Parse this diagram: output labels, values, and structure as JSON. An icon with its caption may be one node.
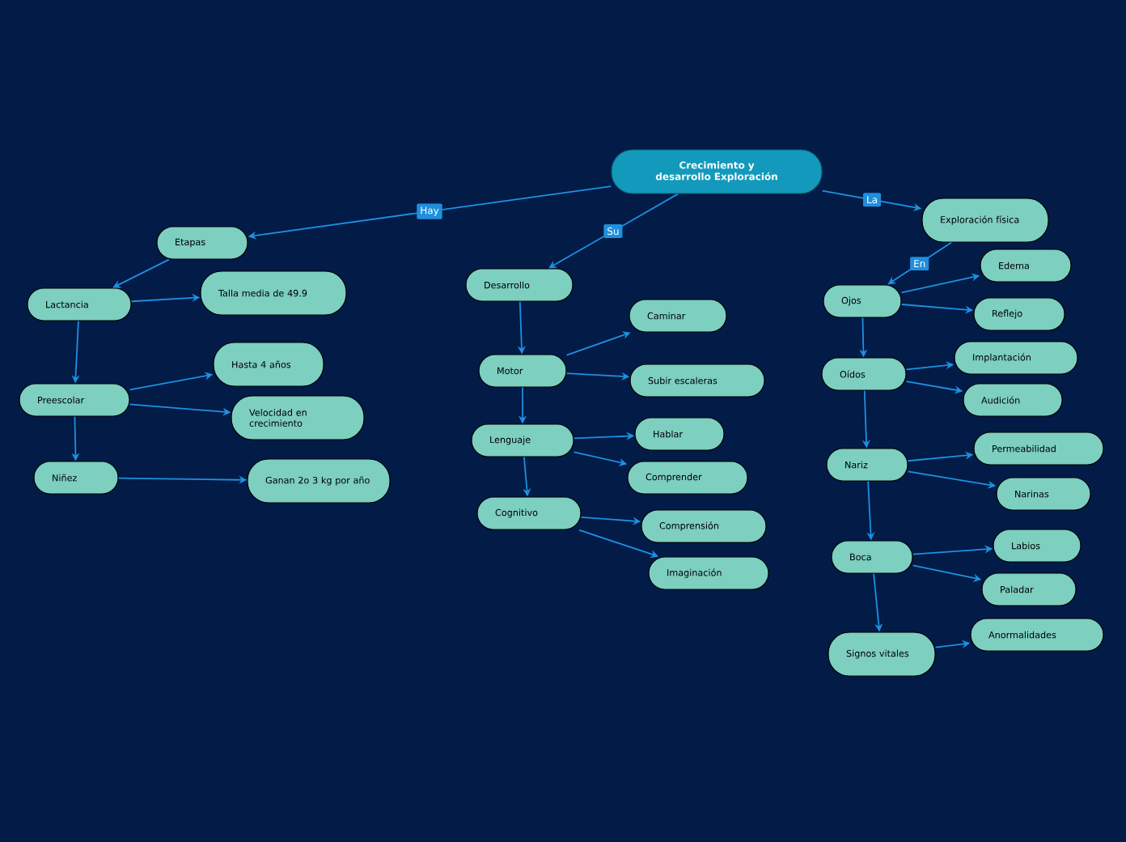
{
  "diagram": {
    "nodes": [
      {
        "text": [
          "Crecimiento y desarrollo Exploración"
        ]
      },
      {
        "text": [
          "Etapas"
        ]
      },
      {
        "text": [
          "Lactancia"
        ]
      },
      {
        "text": [
          "Talla media de 49.9"
        ]
      },
      {
        "text": [
          "Preescolar"
        ]
      },
      {
        "text": [
          "Hasta 4 años"
        ]
      },
      {
        "text": [
          "Velocidad en crecimiento"
        ]
      },
      {
        "text": [
          "Niñez"
        ]
      },
      {
        "text": [
          "Ganan 2o 3 kg por año"
        ]
      },
      {
        "text": [
          "Desarrollo"
        ]
      },
      {
        "text": [
          "Caminar"
        ]
      },
      {
        "text": [
          "Motor"
        ]
      },
      {
        "text": [
          "Subir escaleras"
        ]
      },
      {
        "text": [
          "Lenguaje"
        ]
      },
      {
        "text": [
          "Hablar"
        ]
      },
      {
        "text": [
          "Comprender"
        ]
      },
      {
        "text": [
          "Cognitivo"
        ]
      },
      {
        "text": [
          "Comprensión"
        ]
      },
      {
        "text": [
          "Imaginación"
        ]
      },
      {
        "text": [
          "Exploración física"
        ]
      },
      {
        "text": [
          "Ojos"
        ]
      },
      {
        "text": [
          "Edema"
        ]
      },
      {
        "text": [
          "Reflejo"
        ]
      },
      {
        "text": [
          "Oídos"
        ]
      },
      {
        "text": [
          "Implantación"
        ]
      },
      {
        "text": [
          "Audición"
        ]
      },
      {
        "text": [
          "Nariz"
        ]
      },
      {
        "text": [
          "Permeabilidad"
        ]
      },
      {
        "text": [
          "Narinas"
        ]
      },
      {
        "text": [
          "Boca"
        ]
      },
      {
        "text": [
          "Labios"
        ]
      },
      {
        "text": [
          "Paladar"
        ]
      },
      {
        "text": [
          "Signos vitales"
        ]
      },
      {
        "text": [
          "Anormalidades"
        ]
      }
    ],
    "edges": [
      {
        "from": 0,
        "to": 1,
        "arrow": "to",
        "label": "Hay"
      },
      {
        "from": 1,
        "to": 2,
        "arrow": "to"
      },
      {
        "from": 2,
        "to": 3,
        "arrow": "to"
      },
      {
        "from": 2,
        "to": 4,
        "arrow": "to"
      },
      {
        "from": 4,
        "to": 5,
        "arrow": "to"
      },
      {
        "from": 4,
        "to": 6,
        "arrow": "to"
      },
      {
        "from": 4,
        "to": 7,
        "arrow": "to"
      },
      {
        "from": 7,
        "to": 8,
        "arrow": "to"
      },
      {
        "from": 0,
        "to": 9,
        "arrow": "to",
        "label": "Su"
      },
      {
        "from": 9,
        "to": 11,
        "arrow": "to"
      },
      {
        "from": 11,
        "to": 10,
        "arrow": "to"
      },
      {
        "from": 11,
        "to": 12,
        "arrow": "to"
      },
      {
        "from": 11,
        "to": 13,
        "arrow": "to"
      },
      {
        "from": 13,
        "to": 14,
        "arrow": "to"
      },
      {
        "from": 13,
        "to": 15,
        "arrow": "to"
      },
      {
        "from": 13,
        "to": 16,
        "arrow": "to"
      },
      {
        "from": 16,
        "to": 17,
        "arrow": "to"
      },
      {
        "from": 16,
        "to": 18,
        "arrow": "to"
      },
      {
        "from": 0,
        "to": 19,
        "arrow": "to",
        "label": "La"
      },
      {
        "from": 19,
        "to": 20,
        "arrow": "to",
        "label": "En"
      },
      {
        "from": 20,
        "to": 21,
        "arrow": "to"
      },
      {
        "from": 20,
        "to": 22,
        "arrow": "to"
      },
      {
        "from": 20,
        "to": 23,
        "arrow": "to"
      },
      {
        "from": 23,
        "to": 24,
        "arrow": "to"
      },
      {
        "from": 23,
        "to": 25,
        "arrow": "to"
      },
      {
        "from": 23,
        "to": 26,
        "arrow": "to"
      },
      {
        "from": 26,
        "to": 27,
        "arrow": "to"
      },
      {
        "from": 26,
        "to": 28,
        "arrow": "to"
      },
      {
        "from": 26,
        "to": 29,
        "arrow": "to"
      },
      {
        "from": 29,
        "to": 30,
        "arrow": "to"
      },
      {
        "from": 29,
        "to": 31,
        "arrow": "to"
      },
      {
        "from": 29,
        "to": 32,
        "arrow": "to"
      },
      {
        "from": 32,
        "to": 33,
        "arrow": "to"
      }
    ]
  }
}
